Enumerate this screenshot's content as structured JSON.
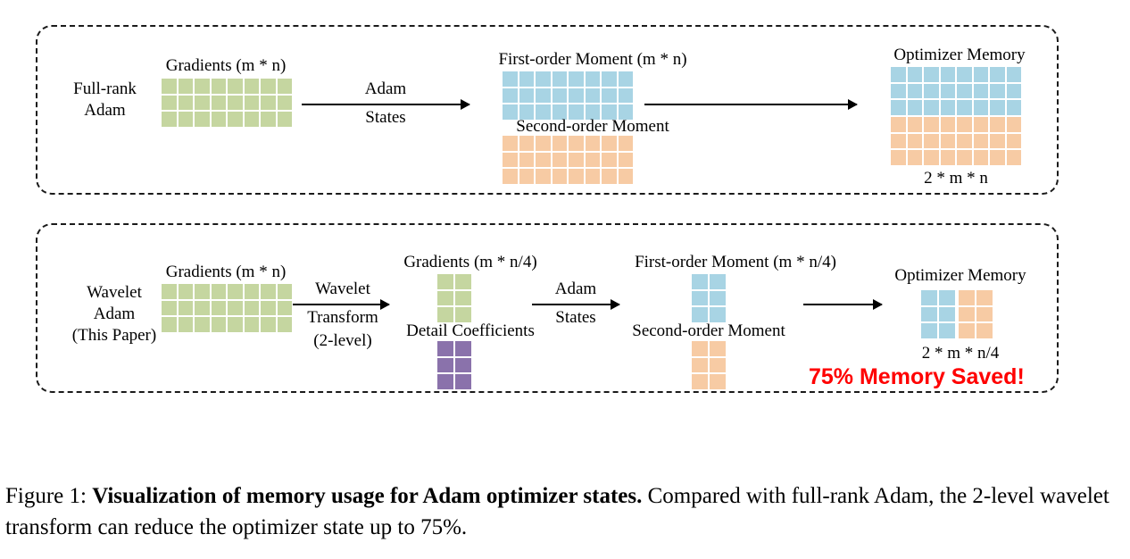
{
  "figure": {
    "caption_prefix": "Figure 1:",
    "caption_bold": "Visualization of memory usage for Adam optimizer states.",
    "caption_rest": "Compared with full-rank Adam, the 2-level wavelet transform can reduce the optimizer state up to 75%."
  },
  "colors": {
    "gradient_green": "#c5d6a0",
    "first_moment_blue": "#a8d4e4",
    "second_moment_orange": "#f7cba4",
    "detail_purple": "#8a72ab",
    "highlight_red": "#ff0000",
    "panel_border": "#1a1a1a"
  },
  "panels": [
    {
      "id": "full-rank-adam",
      "row_label": "Full-rank\nAdam",
      "row_label_line1": "Full-rank",
      "row_label_line2": "Adam",
      "gradients_title": "Gradients (m * n)",
      "gradients_matrix": {
        "cols": 8,
        "rows": 3,
        "color": "#c5d6a0"
      },
      "arrow1_label_top": "Adam",
      "arrow1_label_bottom": "States",
      "first_moment_title": "First-order Moment (m * n)",
      "first_moment_matrix": {
        "cols": 8,
        "rows": 3,
        "color": "#a8d4e4"
      },
      "second_moment_title": "Second-order Moment",
      "second_moment_matrix": {
        "cols": 8,
        "rows": 3,
        "color": "#f7cba4"
      },
      "optimizer_memory_title": "Optimizer Memory",
      "optimizer_memory_blue": {
        "cols": 8,
        "rows": 3,
        "color": "#a8d4e4"
      },
      "optimizer_memory_orange": {
        "cols": 8,
        "rows": 3,
        "color": "#f7cba4"
      },
      "optimizer_memory_formula": "2 * m * n"
    },
    {
      "id": "wavelet-adam",
      "row_label_line1": "Wavelet",
      "row_label_line2": "Adam",
      "row_label_line3": "(This Paper)",
      "gradients_title": "Gradients (m * n)",
      "gradients_matrix": {
        "cols": 8,
        "rows": 3,
        "color": "#c5d6a0"
      },
      "arrow1_label_top": "Wavelet",
      "arrow1_label_bottom": "Transform",
      "arrow1_label_bottom2": "(2-level)",
      "approx_title": "Gradients (m * n/4)",
      "approx_matrix": {
        "cols": 2,
        "rows": 3,
        "color": "#c5d6a0"
      },
      "detail_title": "Detail Coefficients",
      "detail_matrix": {
        "cols": 2,
        "rows": 3,
        "color": "#8a72ab"
      },
      "arrow2_label_top": "Adam",
      "arrow2_label_bottom": "States",
      "first_moment_title": "First-order Moment (m * n/4)",
      "first_moment_matrix": {
        "cols": 2,
        "rows": 3,
        "color": "#a8d4e4"
      },
      "second_moment_title": "Second-order Moment",
      "second_moment_matrix": {
        "cols": 2,
        "rows": 3,
        "color": "#f7cba4"
      },
      "optimizer_memory_title": "Optimizer Memory",
      "optimizer_memory_blue": {
        "cols": 2,
        "rows": 3,
        "color": "#a8d4e4"
      },
      "optimizer_memory_orange": {
        "cols": 2,
        "rows": 3,
        "color": "#f7cba4"
      },
      "optimizer_memory_formula": "2 * m * n/4",
      "memory_saved_badge": "75% Memory Saved!"
    }
  ]
}
